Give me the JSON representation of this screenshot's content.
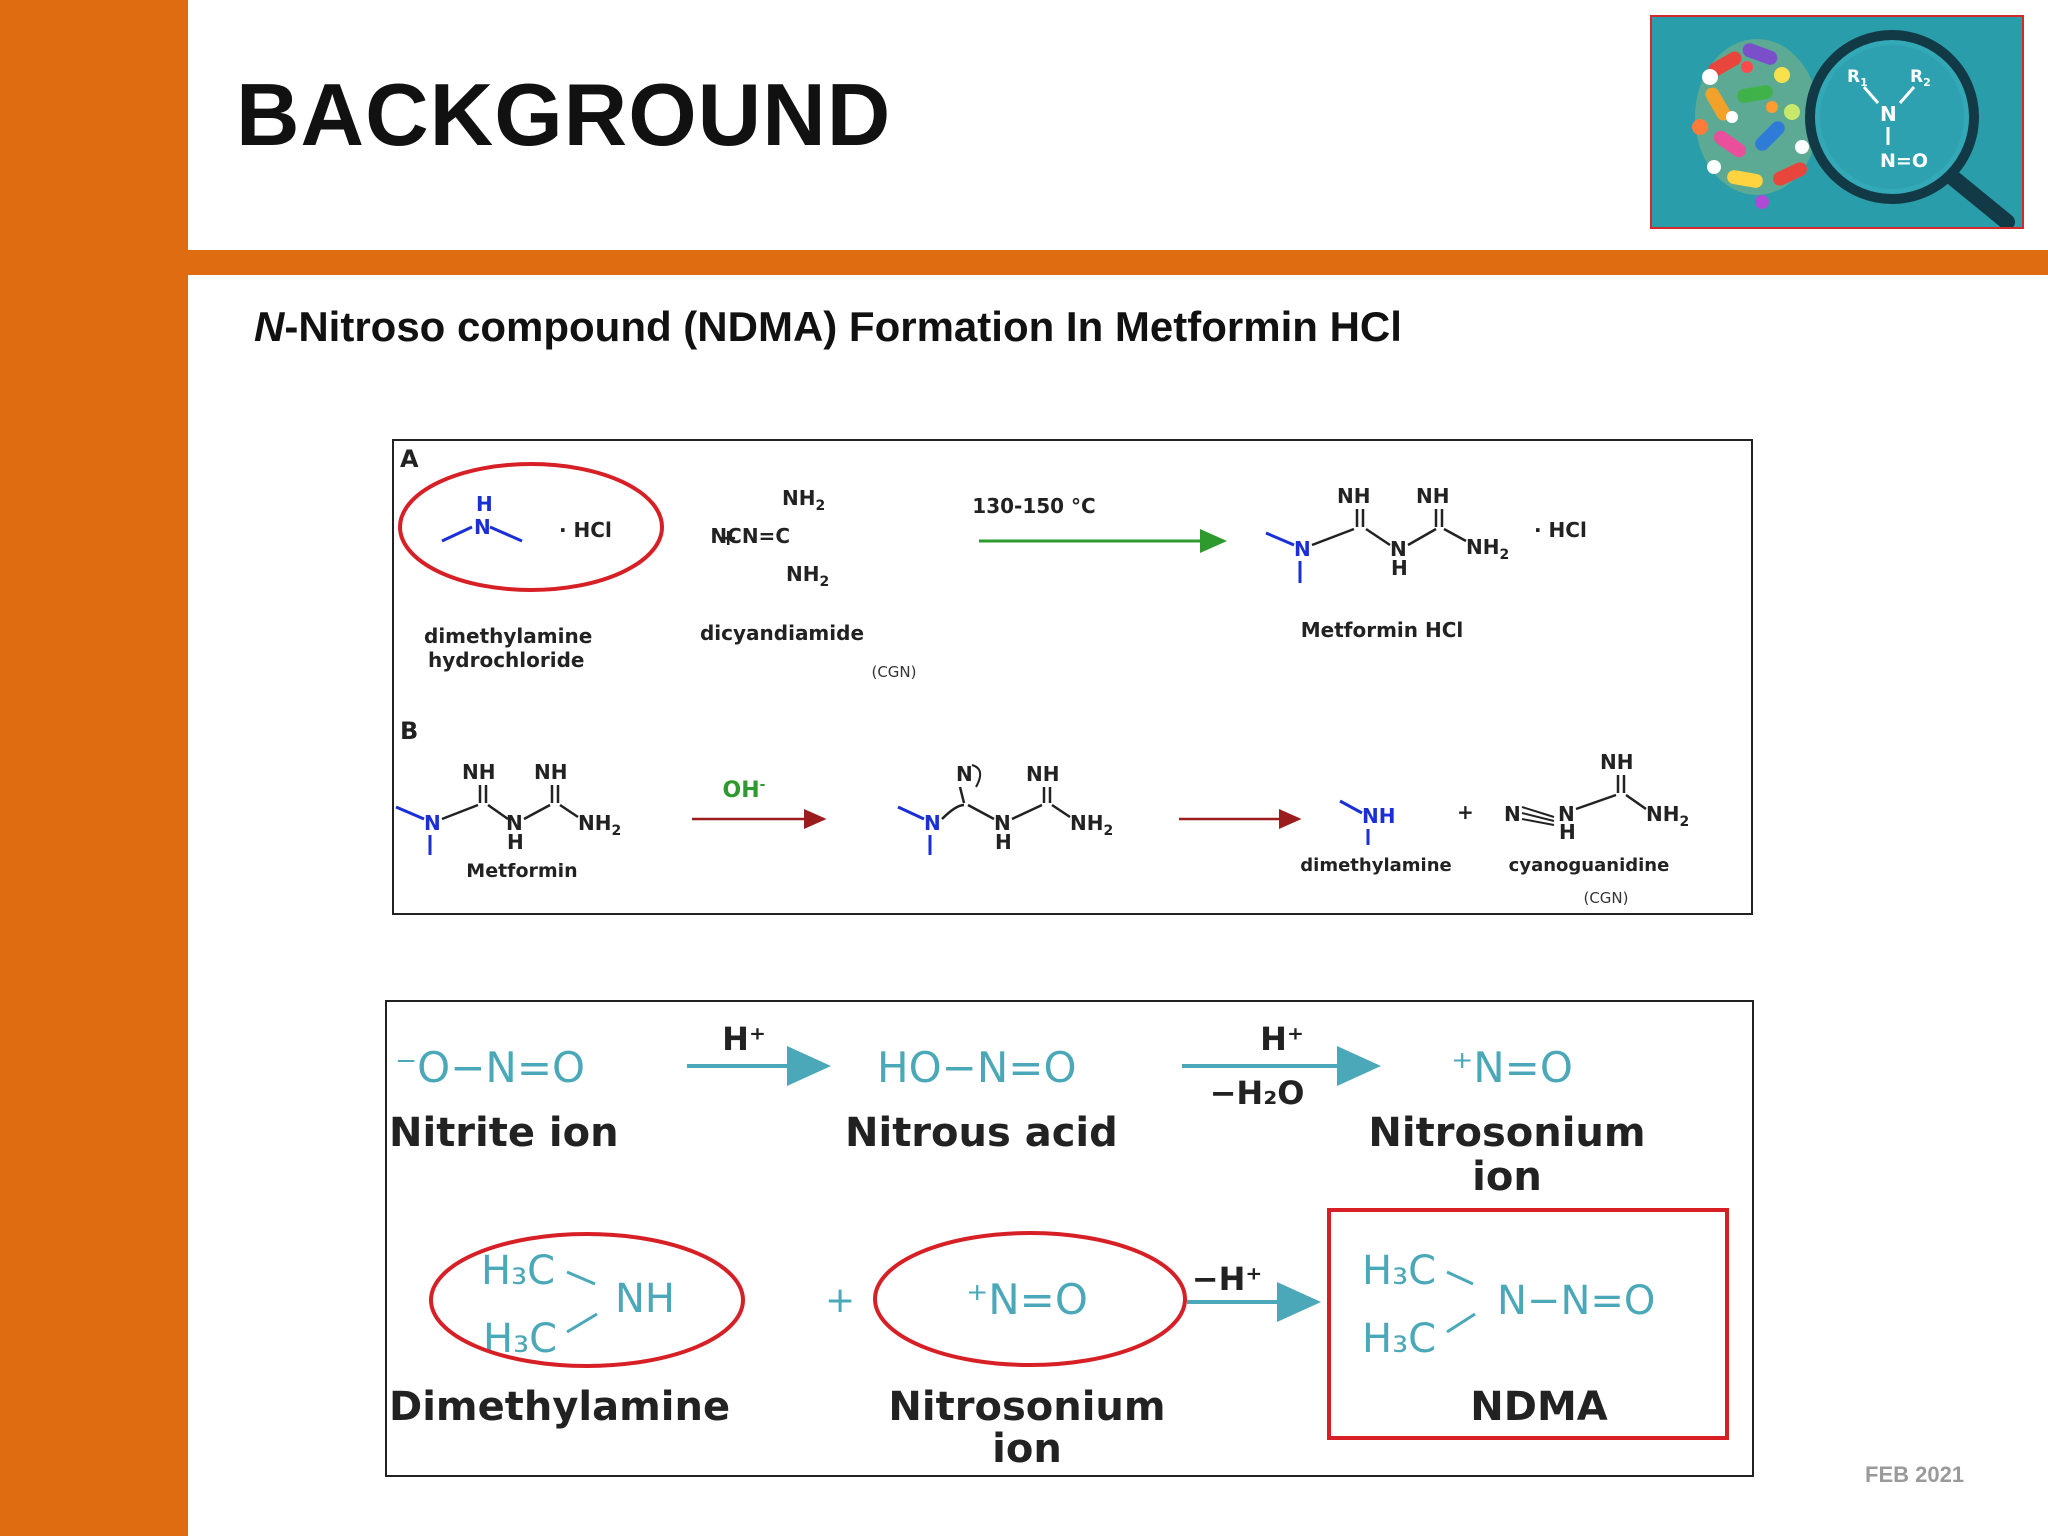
{
  "slide": {
    "title": "BACKGROUND",
    "subtitle_italic": "N",
    "subtitle_rest": "-Nitroso compound (NDMA) Formation In Metformin HCl",
    "footer_date": "FEB 2021"
  },
  "logo": {
    "r1": "R",
    "r1_sub": "1",
    "r2": "R",
    "r2_sub": "2",
    "n_atom": "N",
    "no_group": "N=O",
    "icon": "magnifier-pills-icon"
  },
  "scheme_a": {
    "panel_a_label": "A",
    "panel_b_label": "B",
    "dma_hcl": {
      "h": "H",
      "n": "N",
      "salt": "·  HCl",
      "name_line1": "dimethylamine",
      "name_line2": "hydrochloride"
    },
    "plus": "+",
    "dicyandiamide": {
      "formula_left": "NCN=C",
      "nh2_top": "NH",
      "nh2_bottom": "NH",
      "sub2": "2",
      "name": "dicyandiamide",
      "abbrev": "(CGN)"
    },
    "condition": "130-150 °C",
    "metformin_hcl": {
      "nh1": "NH",
      "nh2": "NH",
      "n": "N",
      "nh_bottom": "N",
      "h_bottom": "H",
      "nh2_end": "NH",
      "sub2": "2",
      "salt": "·  HCl",
      "name": "Metformin HCl"
    },
    "base": "OH",
    "base_charge": "-",
    "metformin": {
      "nh1": "NH",
      "nh2": "NH",
      "n": "N",
      "h_bottom": "H",
      "n_bottom": "N",
      "nh2_end": "NH",
      "sub2": "2",
      "name": "Metformin"
    },
    "intermediate": {
      "n_top": "N",
      "nh": "NH",
      "n": "N",
      "n_bottom": "N",
      "h_bottom": "H",
      "nh2_end": "NH",
      "sub2": "2"
    },
    "dimethylamine": {
      "nh": "NH",
      "name": "dimethylamine"
    },
    "cyanoguanidine": {
      "n_left": "N",
      "nh_top": "NH",
      "n_mid": "N",
      "h_bottom": "H",
      "nh2_end": "NH",
      "sub2": "2",
      "name": "cyanoguanidine",
      "abbrev": "(CGN)"
    },
    "colors": {
      "blue": "#1a2fd6",
      "green": "#2e9a2e",
      "darkred": "#9b1c1c"
    }
  },
  "scheme_b": {
    "nitrite": {
      "formula": "⁻O−N=O",
      "name": "Nitrite ion"
    },
    "arrow1_label": "H⁺",
    "nitrous": {
      "formula": "HO−N=O",
      "name": "Nitrous acid"
    },
    "arrow2_top": "H⁺",
    "arrow2_bottom": "−H₂O",
    "nitrosonium": {
      "formula": "⁺N=O",
      "name_line1": "Nitrosonium",
      "name_line2": "ion"
    },
    "dimethylamine": {
      "h3c_top": "H₃C",
      "nh": "NH",
      "h3c_bottom": "H₃C",
      "name": "Dimethylamine"
    },
    "plus": "+",
    "nitrosonium2": {
      "formula": "⁺N=O",
      "name_line1": "Nitrosonium",
      "name_line2": "ion"
    },
    "arrow3_label": "−H⁺",
    "ndma": {
      "h3c_top": "H₃C",
      "n_no": "N−N=O",
      "h3c_bottom": "H₃C",
      "name": "NDMA"
    },
    "colors": {
      "teal": "#4aa8b8",
      "red": "#d71f26"
    }
  }
}
